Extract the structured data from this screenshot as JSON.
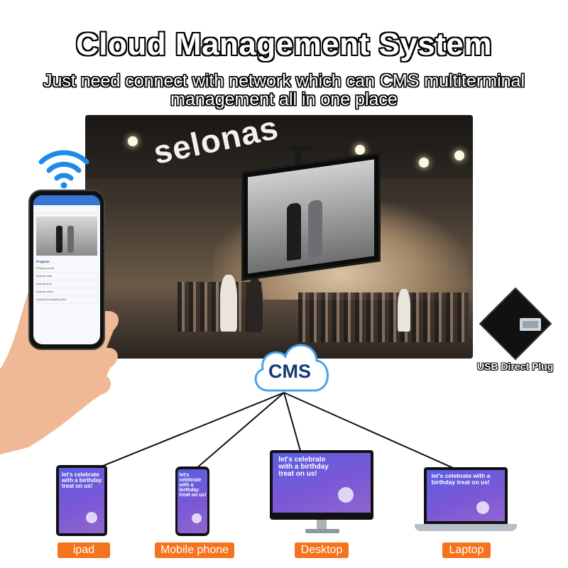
{
  "header": {
    "title": "Cloud Management System",
    "subtitle_line1": "Just need connect with network which can CMS multiterminal",
    "subtitle_line2": "management all in one place"
  },
  "store": {
    "sign_text": "selonas"
  },
  "center": {
    "cloud_label": "CMS"
  },
  "usb": {
    "label": "USB Direct Plug"
  },
  "devices": [
    {
      "label": "ipad",
      "screen_text": "let's celebrate with a birthday treat on us!"
    },
    {
      "label": "Mobile phone",
      "screen_text": "let's celebrate with a birthday treat on us!"
    },
    {
      "label": "Desktop",
      "screen_text": "let's celebrate with a birthday treat on us!"
    },
    {
      "label": "Laptop",
      "screen_text": "let's celebrate with a birthday treat on us!"
    }
  ],
  "phone_app": {
    "section_label": "Program",
    "rows": [
      "Playing sound",
      "Specify date",
      "Specify time",
      "Specify week",
      "Specify the playing time"
    ]
  },
  "colors": {
    "label_orange": "#f5731c",
    "cms_blue": "#163b73",
    "wifi_blue": "#1f8ae6"
  },
  "icons": {
    "wifi": "wifi-icon",
    "cloud": "cloud-icon",
    "usb": "usb-dongle-icon"
  }
}
